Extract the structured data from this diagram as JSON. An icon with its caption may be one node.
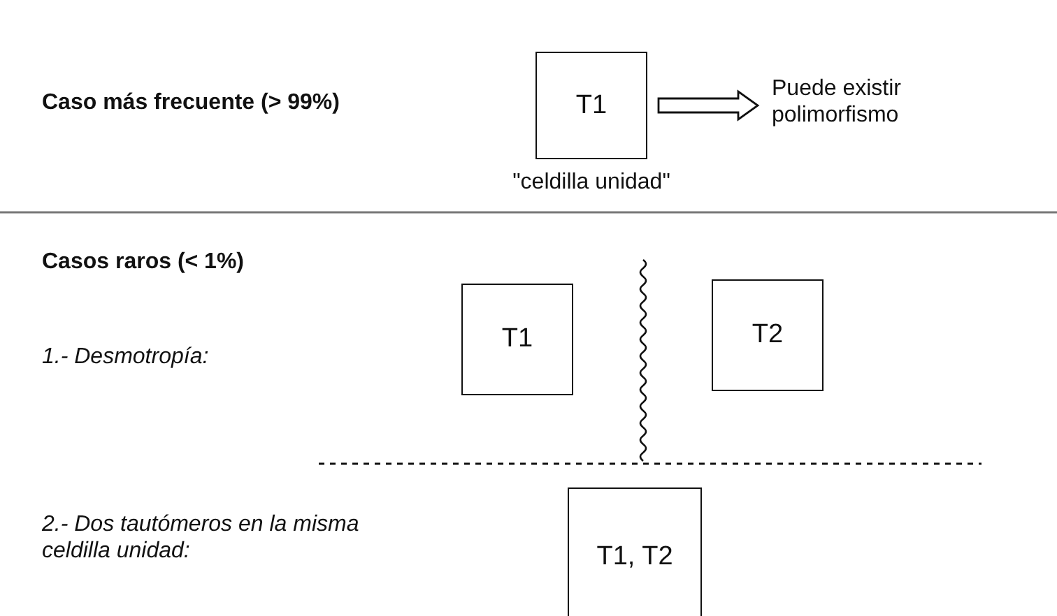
{
  "diagram": {
    "nodes": [
      {
        "text": [
          "T1"
        ],
        "beside": [
          "\"celdilla unidad\""
        ]
      },
      {
        "text": [
          "Puede existir polimorfismo"
        ]
      },
      {
        "text": [
          "T1"
        ]
      },
      {
        "text": [
          "T2"
        ]
      },
      {
        "text": [
          "T1, T2"
        ]
      }
    ],
    "edges": [
      {
        "from": 0,
        "to": 1,
        "arrow": "to"
      }
    ],
    "labels": [
      "Caso más frecuente (> 99%)",
      "Casos raros (< 1%)",
      "1.- Desmotropía:",
      "2.- Dos tautómeros en la misma celdilla unidad:"
    ]
  }
}
